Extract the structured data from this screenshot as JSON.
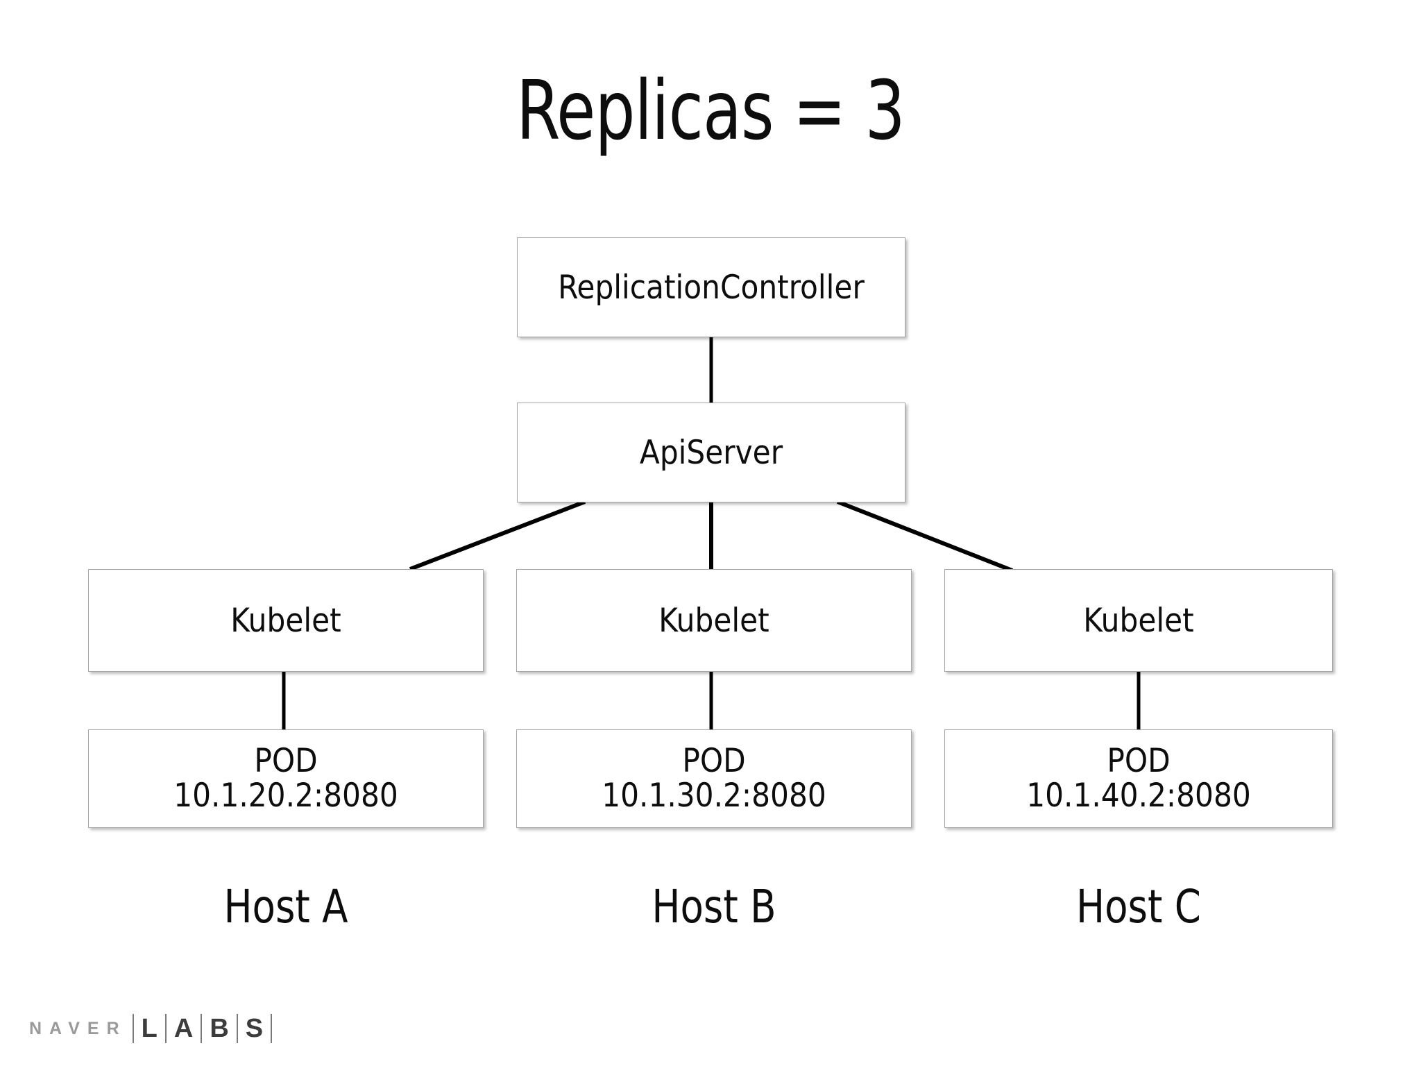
{
  "slide": {
    "title": "Replicas = 3",
    "background_color": "#ffffff",
    "box_border_color": "#a6a6a6",
    "text_color": "#0d0d0d",
    "connector_color": "#000000"
  },
  "nodes": {
    "replication_controller": {
      "label": "ReplicationController"
    },
    "api_server": {
      "label": "ApiServer"
    },
    "kubelets": [
      {
        "label": "Kubelet"
      },
      {
        "label": "Kubelet"
      },
      {
        "label": "Kubelet"
      }
    ],
    "pods": [
      {
        "title": "POD",
        "address": "10.1.20.2:8080"
      },
      {
        "title": "POD",
        "address": "10.1.30.2:8080"
      },
      {
        "title": "POD",
        "address": "10.1.40.2:8080"
      }
    ]
  },
  "hosts": [
    {
      "label": "Host A"
    },
    {
      "label": "Host B"
    },
    {
      "label": "Host C"
    }
  ],
  "logo": {
    "brand": "NAVER",
    "brand_color": "#9a9a9a",
    "letters": [
      "L",
      "A",
      "B",
      "S"
    ],
    "letters_color": "#3c3c3c",
    "separator_color": "#7a7a7a"
  }
}
